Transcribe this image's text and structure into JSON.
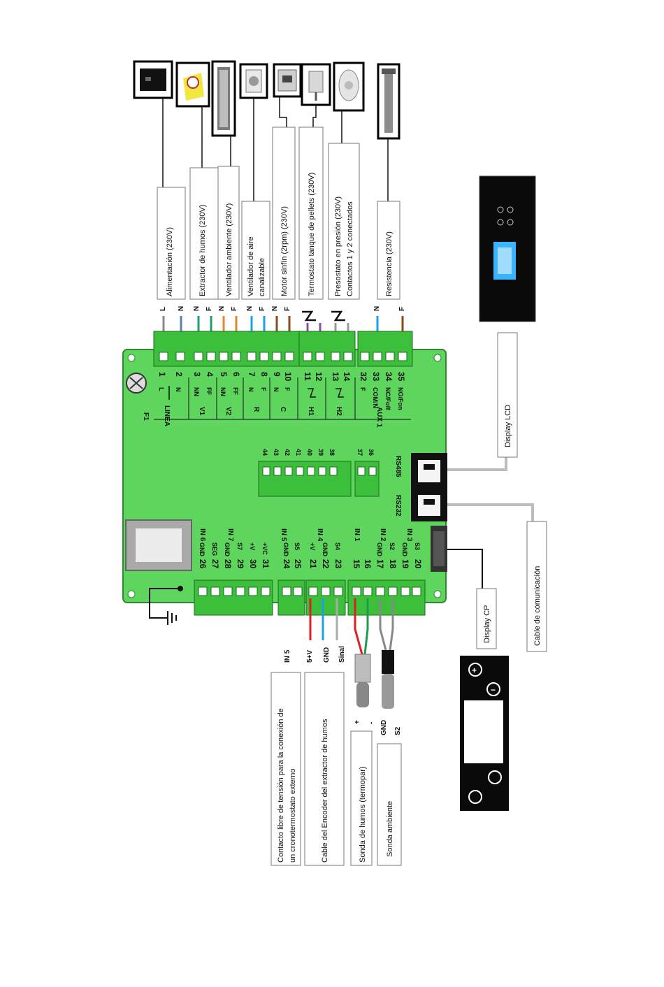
{
  "devices_top": [
    {
      "label": "Alimentación (230V)",
      "icon": "power-plug-icon"
    },
    {
      "label": "Extractor de humos (230V)",
      "icon": "fan-extractor-icon"
    },
    {
      "label": "Ventilador ambiente (230V)",
      "icon": "tangential-fan-icon"
    },
    {
      "label": "Ventilador de aire",
      "label2": "canalizable",
      "icon": "duct-fan-icon"
    },
    {
      "label": "Motor sinfín (2rpm) (230V)",
      "icon": "gear-motor-icon"
    },
    {
      "label": "Termostato tanque de pellets (230V)",
      "icon": "thermostat-icon"
    },
    {
      "label": "Presostato en presión (230V)",
      "label2": "Contactos 1 y 2 conectados",
      "icon": "pressure-switch-icon"
    },
    {
      "label": "Resistencia (230V)",
      "icon": "heating-resistor-icon"
    }
  ],
  "wire_letters_top": [
    "L",
    "N",
    "N",
    "F",
    "N",
    "F",
    "N",
    "F",
    "N",
    "F",
    "N",
    "F"
  ],
  "board": {
    "fuse": "F1",
    "groups_top": [
      "LINEA",
      "V1",
      "V2",
      "R",
      "C",
      "H1",
      "H2",
      "AUX 1"
    ],
    "pins_top": [
      {
        "num": "1",
        "sig": "L"
      },
      {
        "num": "2",
        "sig": "N"
      },
      {
        "num": "3",
        "sig": "NN"
      },
      {
        "num": "4",
        "sig": "FF"
      },
      {
        "num": "5",
        "sig": "NN"
      },
      {
        "num": "6",
        "sig": "FF"
      },
      {
        "num": "7",
        "sig": "N"
      },
      {
        "num": "8",
        "sig": "F"
      },
      {
        "num": "9",
        "sig": "N"
      },
      {
        "num": "10",
        "sig": "F"
      },
      {
        "num": "11",
        "sig": ""
      },
      {
        "num": "12",
        "sig": ""
      },
      {
        "num": "13",
        "sig": ""
      },
      {
        "num": "14",
        "sig": ""
      },
      {
        "num": "32",
        "sig": "F"
      },
      {
        "num": "33",
        "sig": "COM/N"
      },
      {
        "num": "34",
        "sig": "NC/Foff"
      },
      {
        "num": "35",
        "sig": "NO/Fon"
      }
    ],
    "mid_pins": [
      "44",
      "43",
      "42",
      "41",
      "40",
      "39",
      "38",
      "37",
      "36"
    ],
    "ports": [
      "RS485",
      "RS232"
    ],
    "inputs": [
      {
        "name": "IN 6",
        "pins": [
          {
            "num": "26",
            "sig": "GND"
          },
          {
            "num": "27",
            "sig": "SEG"
          }
        ]
      },
      {
        "name": "IN 7",
        "pins": [
          {
            "num": "28",
            "sig": "GND"
          },
          {
            "num": "29",
            "sig": "S7"
          },
          {
            "num": "30",
            "sig": "+V"
          },
          {
            "num": "31",
            "sig": "+VC"
          }
        ]
      },
      {
        "name": "IN 5",
        "pins": [
          {
            "num": "24",
            "sig": "GND"
          },
          {
            "num": "25",
            "sig": "S5"
          }
        ]
      },
      {
        "name": "IN 4",
        "pins": [
          {
            "num": "21",
            "sig": "+V"
          },
          {
            "num": "22",
            "sig": "GND"
          },
          {
            "num": "23",
            "sig": "S4"
          }
        ]
      },
      {
        "name": "IN 1",
        "pins": [
          {
            "num": "15",
            "sig": ""
          },
          {
            "num": "16",
            "sig": ""
          }
        ]
      },
      {
        "name": "IN 2",
        "pins": [
          {
            "num": "17",
            "sig": "GND"
          },
          {
            "num": "18",
            "sig": "S2"
          }
        ]
      },
      {
        "name": "IN 3",
        "pins": [
          {
            "num": "19",
            "sig": "GND"
          },
          {
            "num": "20",
            "sig": "S3"
          }
        ]
      }
    ]
  },
  "right_devices": [
    {
      "label": "Display LCD"
    },
    {
      "label": "Cable de comunicación"
    },
    {
      "label": "Display CP"
    }
  ],
  "encoder_wires": {
    "title": "IN 5",
    "labels": [
      "5+V",
      "GND",
      "Sinal"
    ]
  },
  "probe_marks": {
    "plus": "+",
    "minus": "-",
    "gnd": "GND",
    "s2": "S2"
  },
  "bottom_boxes": [
    {
      "label": "Contacto libre de tensión para la conexión de",
      "label2": "un cronotermostato externo"
    },
    {
      "label": "Cable del Encoder del extractor de humos"
    },
    {
      "label": "Sonda de humos (termopar)"
    },
    {
      "label": "Sonda ambiente"
    }
  ],
  "colors": {
    "board": "#5ed65e",
    "board_edge": "#2f8a2f",
    "terminal": "#3cc03c",
    "wire_brown": "#8b4a1c",
    "wire_blue": "#1ea0e6",
    "wire_red": "#e02020",
    "wire_green": "#1c9c48",
    "wire_purple": "#8a4fa6",
    "lcd_blue": "#3ab4ff"
  }
}
